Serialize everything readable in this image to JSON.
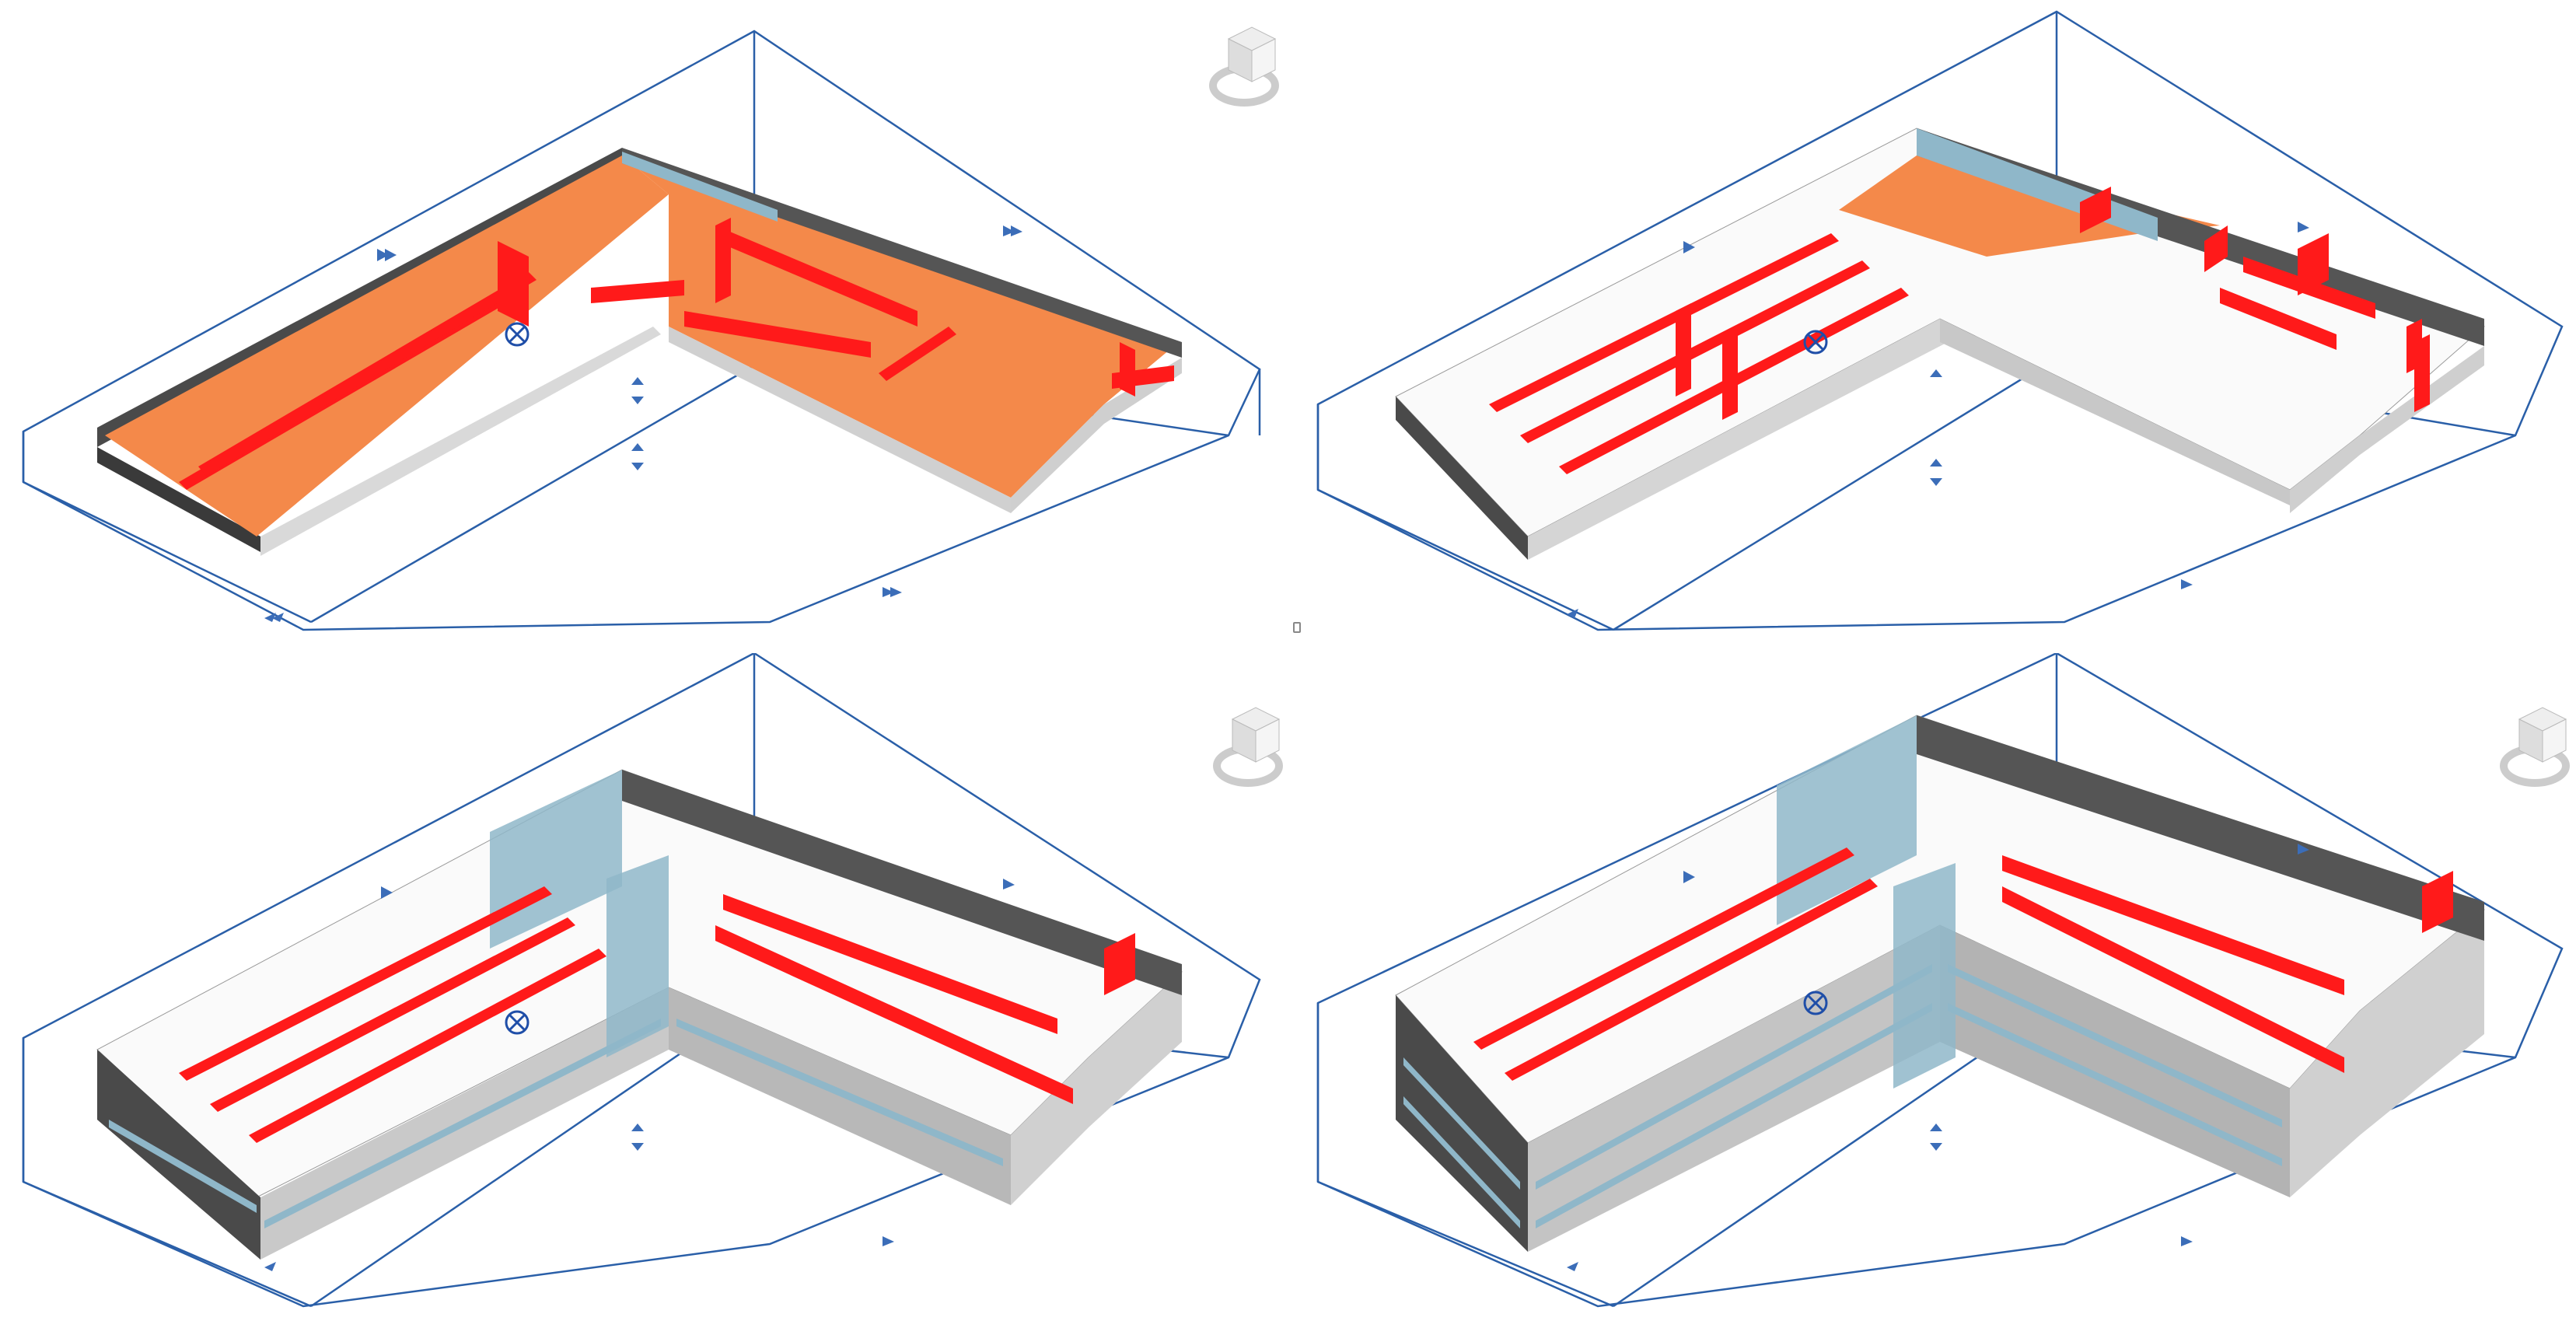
{
  "app": {
    "views": [
      {
        "id": "view-1",
        "stage": "floor-plates"
      },
      {
        "id": "view-2",
        "stage": "first-floor-walls"
      },
      {
        "id": "view-3",
        "stage": "two-floors"
      },
      {
        "id": "view-4",
        "stage": "three-floors"
      }
    ]
  },
  "colors": {
    "floor": "#f4894a",
    "floor_edge": "#c0612a",
    "partition": "#ff1a1a",
    "partition_dark": "#8a0000",
    "wall_dark": "#4a4a4a",
    "wall_light": "#d9d9d9",
    "glass": "#8fb7c9",
    "section_box": "#2a5fa8",
    "slab_white": "#fafafa"
  },
  "icons": {
    "viewcube": "viewcube-icon",
    "section_grip": "section-box-grip-icon",
    "target": "crosshair-target-icon",
    "divider": "viewport-divider-icon"
  }
}
